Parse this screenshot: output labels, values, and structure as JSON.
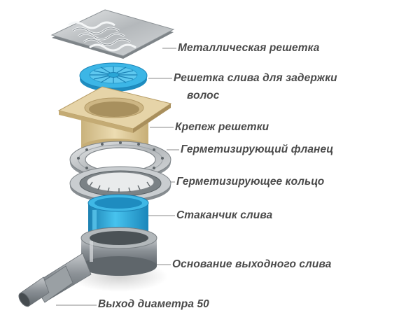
{
  "labels": {
    "metal_grate": "Металлическая решетка",
    "hair_trap_line1": "Решетка слива для задержки",
    "hair_trap_line2": "волос",
    "grate_mount": "Крепеж решетки",
    "sealing_flange": "Герметизирующий фланец",
    "sealing_ring": "Герметизирующее кольцо",
    "drain_cup": "Стаканчик слива",
    "outlet_base": "Основание выходного слива",
    "outlet_diameter": "Выход диаметра 50"
  },
  "colors": {
    "label_text": "#4a4a4a",
    "leader_line": "#8a8a8a",
    "accent_blue": "#2aa6d6",
    "beige": "#dcc89a",
    "steel": "#b8bcbf"
  }
}
